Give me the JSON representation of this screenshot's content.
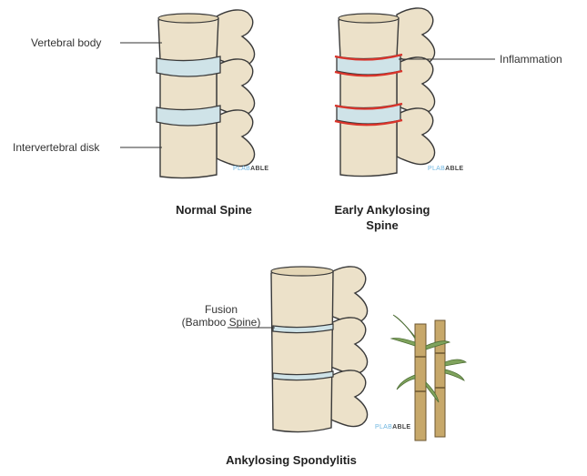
{
  "labels": {
    "vertebral_body": "Vertebral body",
    "intervertebral_disk": "Intervertebral disk",
    "inflammation": "Inflammation",
    "fusion_line1": "Fusion",
    "fusion_line2": "(Bamboo Spine)"
  },
  "captions": {
    "normal": "Normal Spine",
    "early_line1": "Early Ankylosing",
    "early_line2": "Spine",
    "final": "Ankylosing Spondylitis"
  },
  "watermark": {
    "part1": "PLAB",
    "part2": "ABLE"
  },
  "colors": {
    "bone": "#ece1c9",
    "bone_shade": "#d7c7a6",
    "outline": "#3a3a3a",
    "disk": "#cfe3e8",
    "inflammation": "#d9342b",
    "bamboo": "#c7a86a",
    "leaf": "#7fa35c"
  }
}
